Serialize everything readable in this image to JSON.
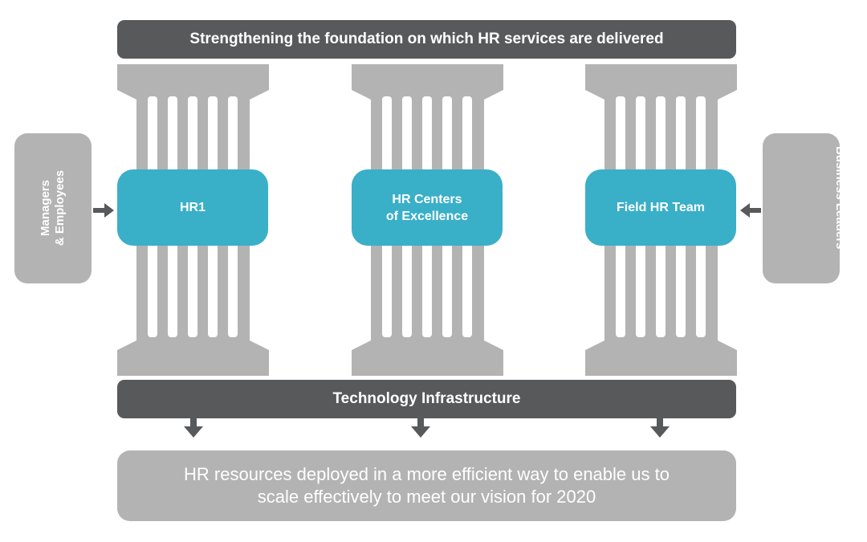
{
  "top_banner": {
    "text": "Strengthening the foundation on which HR services are delivered"
  },
  "pillars": [
    {
      "label_line1": "HR1",
      "label_line2": ""
    },
    {
      "label_line1": "HR Centers",
      "label_line2": "of Excellence"
    },
    {
      "label_line1": "Field HR Team",
      "label_line2": ""
    }
  ],
  "left_input": {
    "line1": "Managers",
    "line2": "& Employees"
  },
  "right_input": {
    "text": "Business Leaders"
  },
  "bottom_banner": {
    "text": "Technology Infrastructure"
  },
  "outcome": {
    "line1": "HR resources deployed in a more efficient way to enable us to",
    "line2": "scale effectively to meet our vision for 2020"
  },
  "colors": {
    "dark_banner": "#58595b",
    "pillar_gray": "#b3b3b3",
    "teal": "#3aafc8",
    "arrow": "#58595b"
  }
}
